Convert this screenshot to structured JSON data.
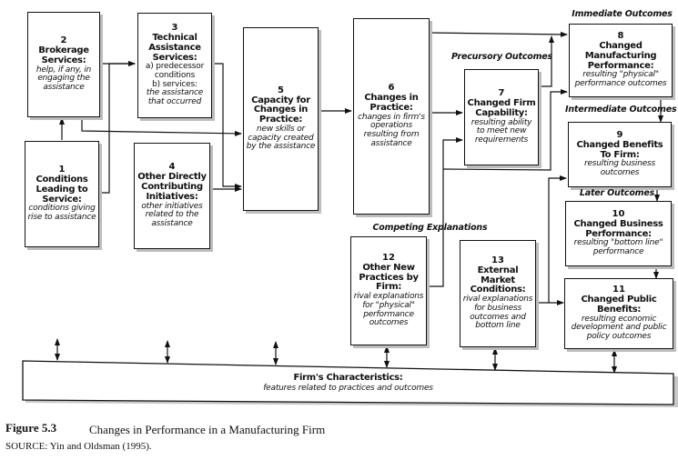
{
  "diagram": {
    "boxes": [
      {
        "id": "1",
        "title": "Conditions Leading to Service:",
        "desc": "conditions giving rise to assistance"
      },
      {
        "id": "2",
        "title": "Brokerage Services:",
        "desc": "help, if any, in engaging the assistance"
      },
      {
        "id": "3",
        "title": "Technical Assistance Services:",
        "plain_a": "a) predecessor conditions",
        "plain_b": "b) services:",
        "desc": "the assistance that occurred"
      },
      {
        "id": "4",
        "title": "Other Directly Contributing Initiatives:",
        "desc": "other initiatives related to the assistance"
      },
      {
        "id": "5",
        "title": "Capacity for Changes in Practice:",
        "desc": "new skills or capacity created by the assistance"
      },
      {
        "id": "6",
        "title": "Changes in Practice:",
        "desc": "changes in firm's operations resulting from assistance"
      },
      {
        "id": "7",
        "title": "Changed Firm Capability:",
        "desc": "resulting ability to meet new requirements"
      },
      {
        "id": "8",
        "title": "Changed Manufacturing Performance:",
        "desc": "resulting \"physical\" performance outcomes"
      },
      {
        "id": "9",
        "title": "Changed Benefits To Firm:",
        "desc": "resulting business outcomes"
      },
      {
        "id": "10",
        "title": "Changed Business Performance:",
        "desc": "resulting \"bottom line\" performance"
      },
      {
        "id": "11",
        "title": "Changed Public Benefits:",
        "desc": "resulting economic development and public policy outcomes"
      },
      {
        "id": "12",
        "title": "Other New Practices by Firm:",
        "desc": "rival explanations for \"physical\" performance outcomes"
      },
      {
        "id": "13",
        "title": "External Market Conditions:",
        "desc": "rival explanations for business outcomes and bottom line"
      }
    ],
    "firm_characteristics": {
      "title": "Firm's Characteristics:",
      "desc": "features related to practices and outcomes"
    },
    "section_labels": {
      "immediate": "Immediate Outcomes",
      "precursory": "Precursory Outcomes",
      "intermediate": "Intermediate Outcomes",
      "later": "Later Outcomes",
      "competing": "Competing Explanations"
    }
  },
  "caption": {
    "figure_number": "Figure 5.3",
    "figure_title": "Changes in Performance in a Manufacturing Firm",
    "source": "SOURCE: Yin and Oldsman (1995)."
  },
  "colors": {
    "line": "#111111",
    "shadow": "#bdbdbd"
  }
}
